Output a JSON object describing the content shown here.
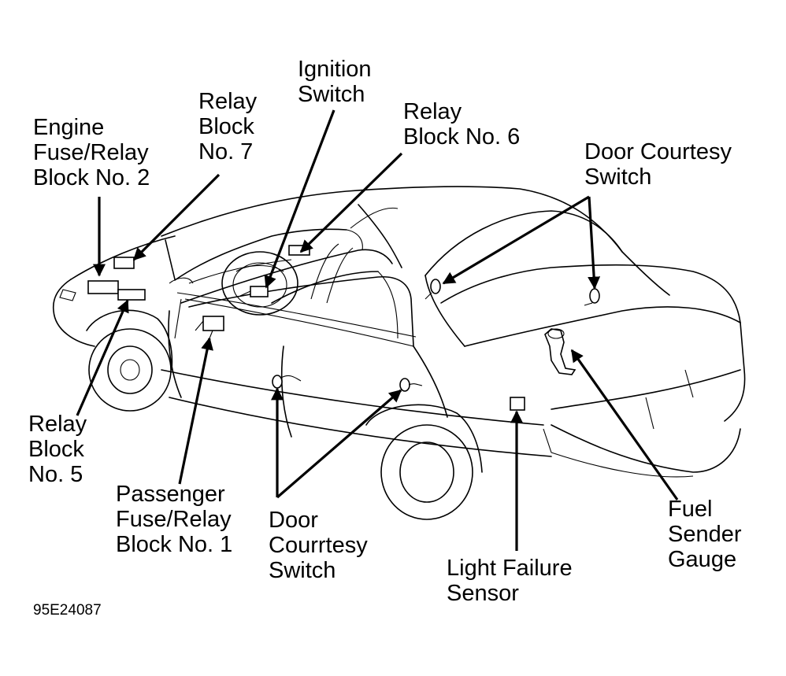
{
  "labels": {
    "engine_fuse_relay_block_2": [
      "Engine",
      "Fuse/Relay",
      "Block No. 2"
    ],
    "relay_block_7": [
      "Relay",
      "Block",
      "No. 7"
    ],
    "ignition_switch": [
      "Ignition",
      "Switch"
    ],
    "relay_block_6": [
      "Relay",
      "Block No. 6"
    ],
    "door_courtesy_switch_rear": [
      "Door Courtesy",
      "Switch"
    ],
    "relay_block_5": [
      "Relay",
      "Block",
      "No. 5"
    ],
    "passenger_fuse_relay_block_1": [
      "Passenger",
      "Fuse/Relay",
      "Block No. 1"
    ],
    "door_courrtesy_switch_front": [
      "Door",
      "Courrtesy",
      "Switch"
    ],
    "light_failure_sensor": [
      "Light Failure",
      "Sensor"
    ],
    "fuel_sender_gauge": [
      "Fuel",
      "Sender",
      "Gauge"
    ]
  },
  "figure_code": "95E24087"
}
